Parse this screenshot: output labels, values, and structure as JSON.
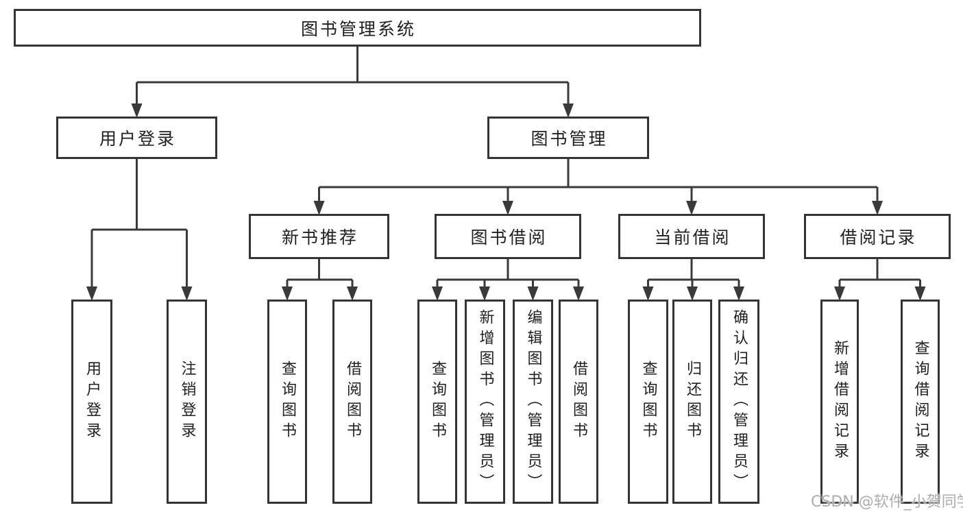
{
  "tree": {
    "root": {
      "label": "图书管理系统"
    },
    "level2": [
      {
        "label": "用户登录",
        "children": [
          {
            "label": "用户登录"
          },
          {
            "label": "注销登录"
          }
        ]
      },
      {
        "label": "图书管理",
        "children": [
          {
            "label": "新书推荐",
            "children": [
              {
                "label": "查询图书"
              },
              {
                "label": "借阅图书"
              }
            ]
          },
          {
            "label": "图书借阅",
            "children": [
              {
                "label": "查询图书"
              },
              {
                "label": "新增图书（管理员）"
              },
              {
                "label": "编辑图书（管理员）"
              },
              {
                "label": "借阅图书"
              }
            ]
          },
          {
            "label": "当前借阅",
            "children": [
              {
                "label": "查询图书"
              },
              {
                "label": "归还图书"
              },
              {
                "label": "确认归还（管理员）"
              }
            ]
          },
          {
            "label": "借阅记录",
            "children": [
              {
                "label": "新增借阅记录"
              },
              {
                "label": "查询借阅记录"
              }
            ]
          }
        ]
      }
    ],
    "watermark": "CSDN @软件_小贺同学",
    "colors": {
      "line": "#3a3a3a",
      "box_border": "#343434",
      "box_bg": "#ffffff",
      "text": "#1f1f1f",
      "watermark": "#acacac",
      "background": "#ffffff"
    }
  }
}
